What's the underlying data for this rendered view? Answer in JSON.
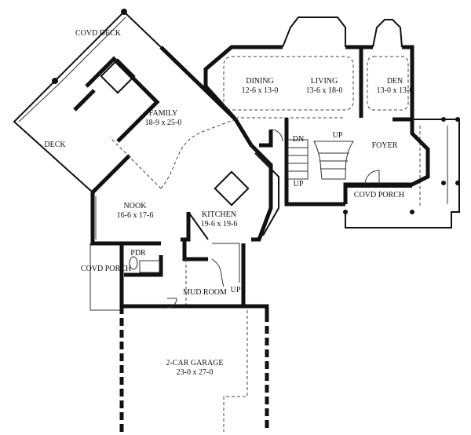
{
  "rooms": {
    "covd_deck": {
      "name": "COVD DECK"
    },
    "family": {
      "name": "FAMILY",
      "size": "18-9 x 25-0"
    },
    "deck": {
      "name": "DECK"
    },
    "nook": {
      "name": "NOOK",
      "size": "16-6 x 17-6"
    },
    "dining": {
      "name": "DINING",
      "size": "12-6 x 13-0"
    },
    "living": {
      "name": "LIVING",
      "size": "13-6 x 18-0"
    },
    "den": {
      "name": "DEN",
      "size": "13-0 x 13-0"
    },
    "foyer": {
      "name": "FOYER"
    },
    "front_porch": {
      "name": "COVD PORCH"
    },
    "kitchen": {
      "name": "KITCHEN",
      "size": "19-6 x 19-6"
    },
    "pdr": {
      "name": "PDR"
    },
    "side_porch": {
      "name": "COVD PORCH"
    },
    "mud_room": {
      "name": "MUD ROOM"
    },
    "garage": {
      "name": "2-CAR GARAGE",
      "size": "23-0 x 27-0"
    }
  },
  "stairs": {
    "main_dn": "DN",
    "main_up": "UP",
    "main_up_lower": "UP",
    "mud_up": "UP"
  }
}
